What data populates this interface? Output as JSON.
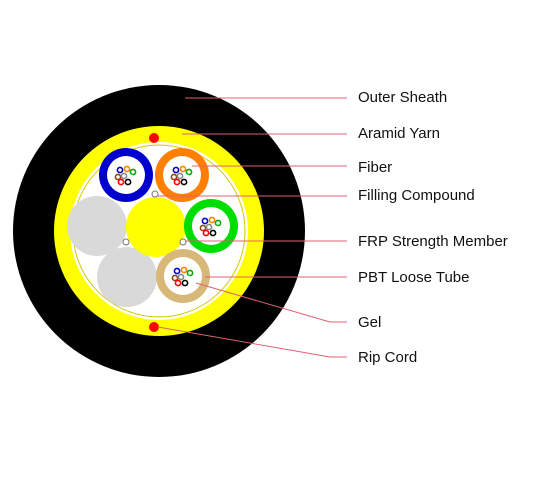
{
  "labels": {
    "outer_sheath": "Outer Sheath",
    "aramid_yarn": "Aramid Yarn",
    "fiber": "Fiber",
    "filling_compound": "Filling Compound",
    "frp_strength_member": "FRP Strength Member",
    "pbt_loose_tube": "PBT Loose Tube",
    "gel": "Gel",
    "rip_cord": "Rip Cord"
  },
  "colors": {
    "outer_sheath": "#000000",
    "aramid_yarn": "#ffff00",
    "inner_core_bg": "#ffffff",
    "filler_rod": "#d9d9d9",
    "strength_member": "#ffff00",
    "rip_cord": "#ff0000",
    "leader_line": "#e06070",
    "tube_blue": "#0000cc",
    "tube_orange": "#ff8000",
    "tube_green": "#00dd00",
    "tube_tan": "#d8b878"
  }
}
